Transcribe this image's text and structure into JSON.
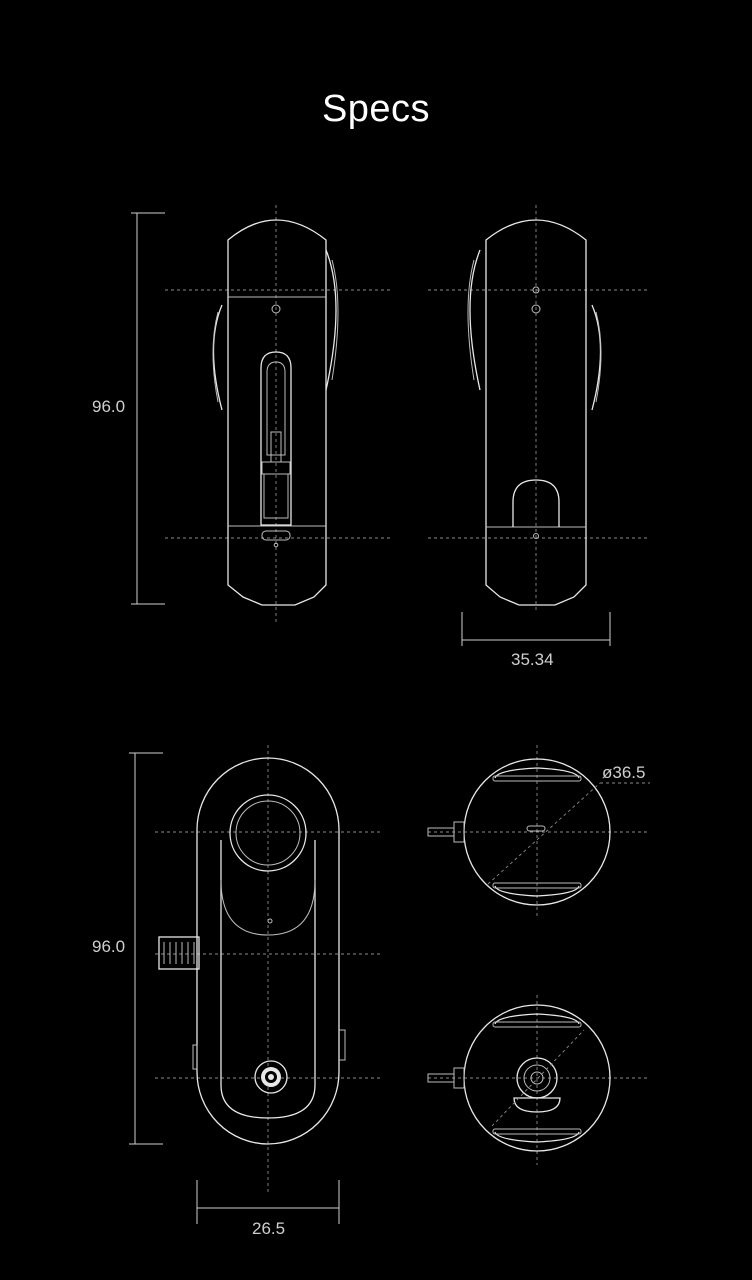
{
  "page": {
    "title": "Specs",
    "background": "#000000",
    "line_color": "#e8e8e8"
  },
  "views": {
    "front_view": {
      "height_label": "96.0"
    },
    "back_view": {
      "width_label": "35.34"
    },
    "side_view": {
      "height_label": "96.0",
      "width_label": "26.5"
    },
    "top_view": {
      "diameter_label": "ø36.5"
    },
    "bottom_view": {}
  }
}
